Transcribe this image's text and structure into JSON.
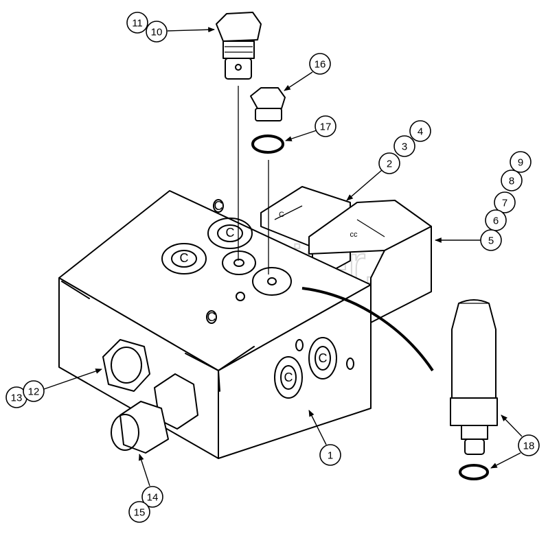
{
  "diagram": {
    "watermark": "a>autopiter.ru",
    "callouts": [
      "11",
      "10",
      "16",
      "17",
      "4",
      "3",
      "2",
      "9",
      "8",
      "7",
      "6",
      "5",
      "13",
      "12",
      "14",
      "15",
      "1",
      "18"
    ],
    "port_marks": [
      "C",
      "C",
      "C",
      "C",
      "C",
      "C",
      "C",
      "cc"
    ]
  }
}
